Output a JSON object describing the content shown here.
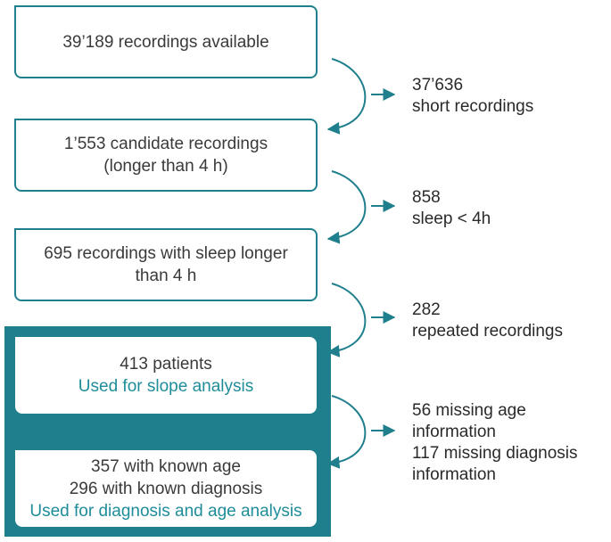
{
  "boxes": [
    {
      "lines": [
        "39’189 recordings available"
      ]
    },
    {
      "lines": [
        "1’553 candidate recordings",
        "(longer than 4 h)"
      ]
    },
    {
      "lines": [
        "695 recordings with sleep longer",
        "than 4 h"
      ]
    },
    {
      "lines": [
        "413 patients"
      ],
      "note": "Used for slope analysis"
    },
    {
      "lines": [
        "357 with known age",
        "296 with known diagnosis"
      ],
      "note": "Used for diagnosis and age analysis"
    }
  ],
  "exclusions": [
    {
      "lines": [
        "37’636",
        "short recordings"
      ]
    },
    {
      "lines": [
        "858",
        "sleep < 4h"
      ]
    },
    {
      "lines": [
        "282",
        "repeated recordings"
      ]
    },
    {
      "lines": [
        "56 missing age information",
        "117 missing diagnosis",
        "information"
      ]
    }
  ],
  "colors": {
    "accent": "#1f7f8c",
    "note_text": "#1f8d9a"
  }
}
